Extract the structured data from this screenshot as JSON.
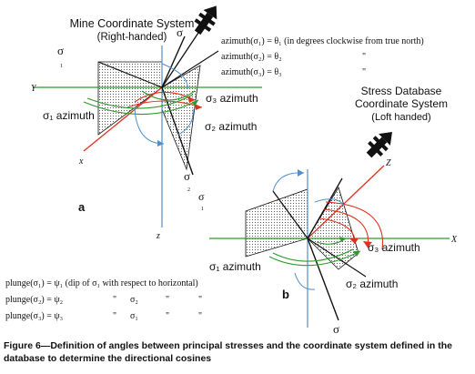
{
  "colors": {
    "green": "#2e9a2e",
    "red": "#e0301e",
    "blue": "#4f8fd0",
    "black": "#111111"
  },
  "diagram_a": {
    "title_line1": "Mine Coordinate System",
    "title_line2": "(Right-handed)",
    "label_a": "a",
    "axis_y": "Y",
    "axis_x": "x",
    "axis_z": "z",
    "sigma_top_left": "σ",
    "sigma_top_left_sub": "1",
    "sigma_top": "σ",
    "sigma1_azimuth": "σ₁ azimuth",
    "sigma3_azimuth": "σ₃ azimuth",
    "sigma2_azimuth": "σ₂ azimuth",
    "sigma_bottom1": "σ",
    "sigma_bottom1_sub": "2",
    "sigma_bottom2": "σ",
    "sigma_bottom2_sub": "1"
  },
  "azimuth_defs": {
    "line1": "azimuth(σ₁) = θ₁ (in degrees clockwise from true north)",
    "line2": "azimuth(σ₂) = θ₂",
    "line3": "azimuth(σ₃) = θ₃",
    "ditto1": "\"",
    "ditto2": "\""
  },
  "diagram_b": {
    "title_line1": "Stress Database",
    "title_line2": "Coordinate System",
    "title_line3": "(Loft handed)",
    "label_b": "b",
    "axis_z": "Z",
    "axis_x": "X",
    "sigma3_azimuth": "σ₃ azimuth",
    "sigma1_azimuth": "σ₁ azimuth",
    "sigma2_azimuth": "σ₂ azimuth",
    "sigma_bottom": "σ"
  },
  "plunge_defs": {
    "line1": "plunge(σ₁) = ψ₁ (dip of σ₁ with respect to horizontal)",
    "line2_left": "plunge(σ₂) = ψ₂",
    "line2_mid": "σ₂",
    "line3_left": "plunge(σ₃) = ψ₃",
    "line3_mid": "σ₁",
    "ditto": "\""
  },
  "caption": "Figure 6—Definition of angles between principal stresses and the coordinate system defined in the database to determine the directional cosines"
}
